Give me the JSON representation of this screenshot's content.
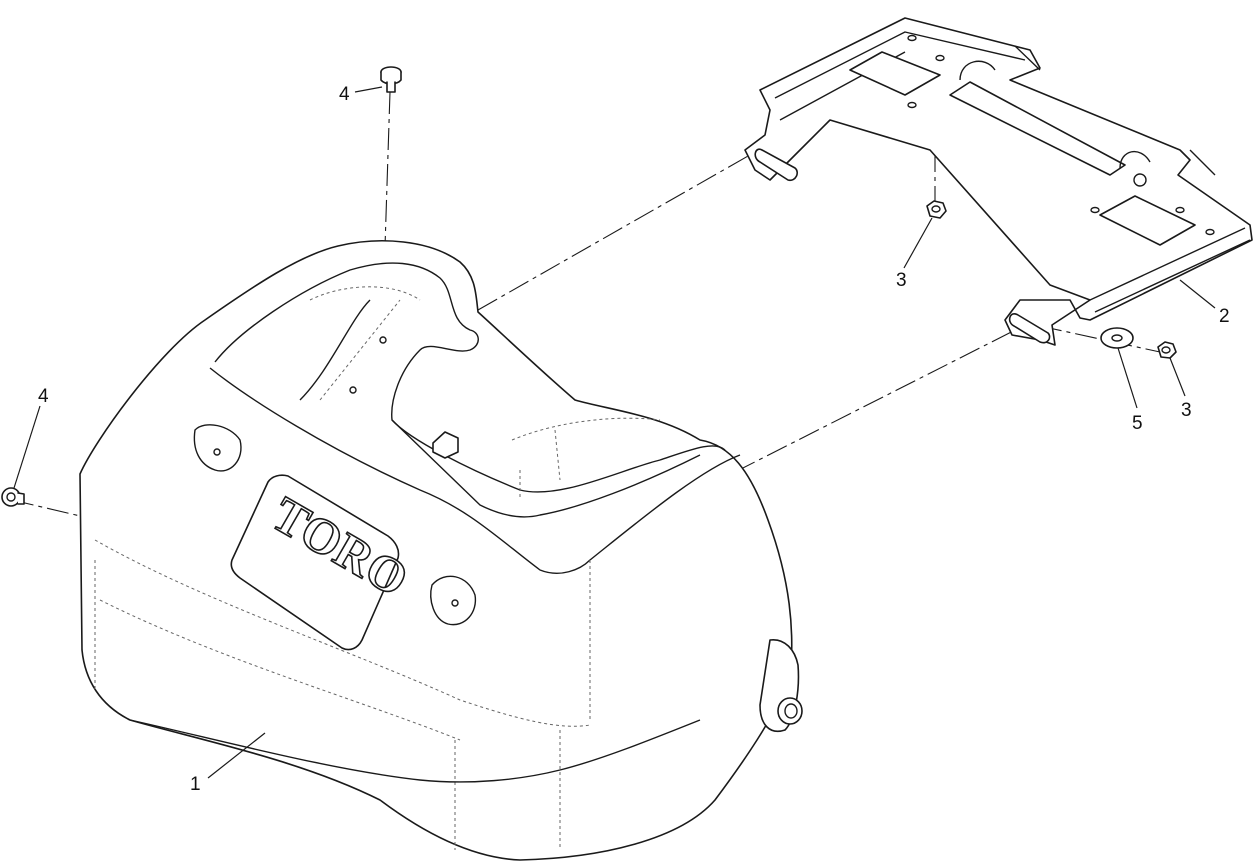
{
  "callouts": {
    "c1": "1",
    "c2": "2",
    "c3_upper": "3",
    "c3_lower": "3",
    "c4_top": "4",
    "c4_left": "4",
    "c5": "5"
  },
  "logo": {
    "text": "TORO"
  }
}
